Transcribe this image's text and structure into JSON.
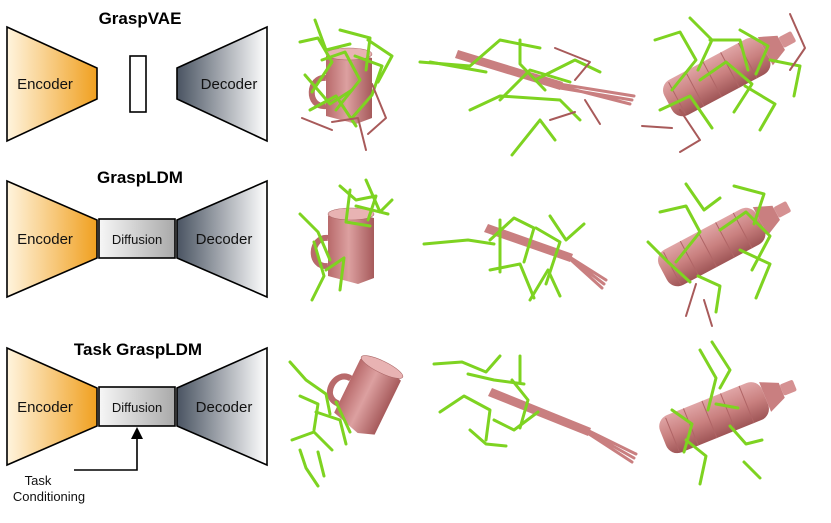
{
  "rows": [
    {
      "title": "GraspVAE",
      "encoder": "Encoder",
      "decoder": "Decoder",
      "middle": ""
    },
    {
      "title": "GraspLDM",
      "encoder": "Encoder",
      "decoder": "Decoder",
      "middle": "Diffusion"
    },
    {
      "title": "Task GraspLDM",
      "encoder": "Encoder",
      "decoder": "Decoder",
      "middle": "Diffusion"
    }
  ],
  "conditioning": {
    "line1": "Task",
    "line2": "Conditioning"
  },
  "colors": {
    "encoder_light": "#fff3dc",
    "encoder_dark": "#f0a020",
    "decoder_light": "#ffffff",
    "decoder_dark": "#4b5563",
    "diffusion_light": "#f4f4f4",
    "diffusion_dark": "#a8a8a8",
    "object": "#c97f80",
    "grasp_green": "#7ed321",
    "grasp_red": "#a85a5a"
  },
  "objects": [
    "mug-icon",
    "fork-icon",
    "bottle-icon"
  ]
}
